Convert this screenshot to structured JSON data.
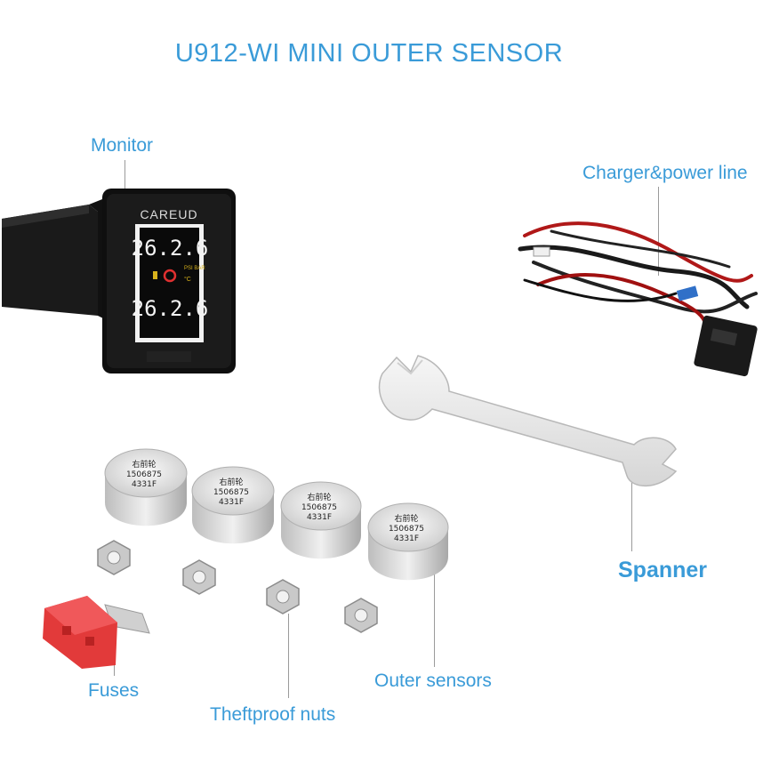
{
  "title": "U912-WI MINI OUTER SENSOR",
  "labels": {
    "monitor": "Monitor",
    "charger": "Charger&power line",
    "spanner": "Spanner",
    "fuses": "Fuses",
    "nuts": "Theftproof nuts",
    "sensors": "Outer sensors"
  },
  "monitor": {
    "brand": "CAREUD",
    "top_reading": "26.2.6",
    "bottom_reading": "26.2.6"
  },
  "sensor_caps": {
    "line1": "右前轮",
    "line2": "1506875",
    "line3": "4331F"
  },
  "colors": {
    "label_blue": "#3a9bd8",
    "fuse_red": "#e23a3a",
    "wire_red": "#b01818"
  }
}
